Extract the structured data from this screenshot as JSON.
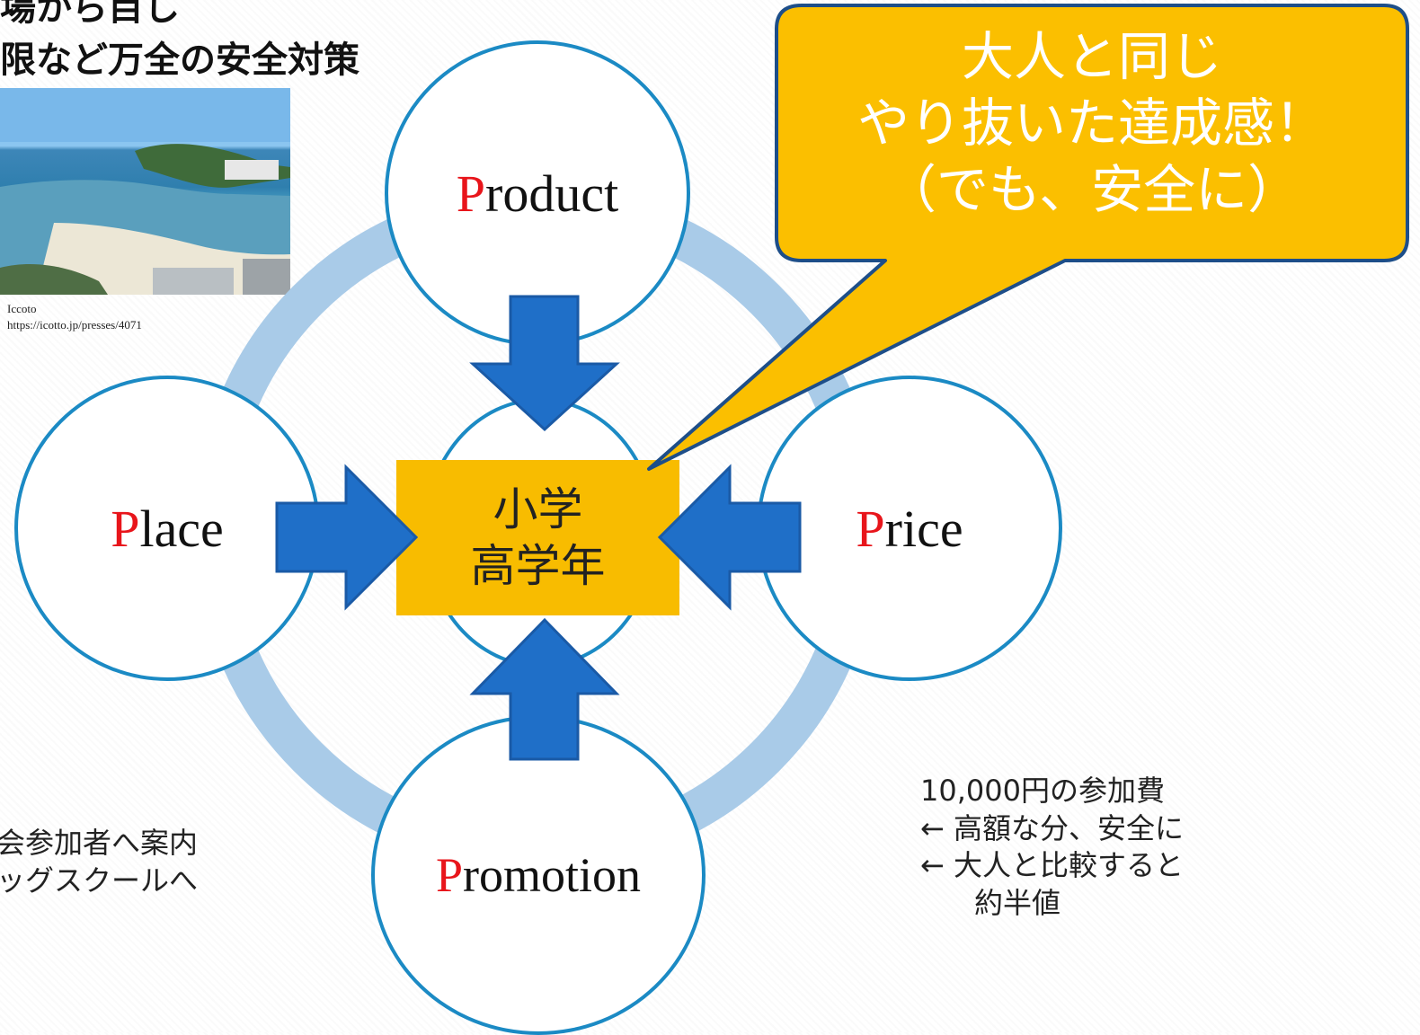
{
  "top_left": {
    "line1": "場から目し",
    "line2": "限など万全の安全対策"
  },
  "photo_caption": {
    "source": "Iccoto",
    "url": "https://icotto.jp/presses/4071"
  },
  "nodes": {
    "product": {
      "first": "P",
      "rest": "roduct"
    },
    "place": {
      "first": "P",
      "rest": "lace"
    },
    "price": {
      "first": "P",
      "rest": "rice"
    },
    "promotion": {
      "first": "P",
      "rest": "romotion"
    }
  },
  "center": {
    "line1": "小学",
    "line2": "高学年"
  },
  "callout": {
    "line1": "大人と同じ",
    "line2": "やり抜いた達成感！",
    "line3": "（でも、安全に）"
  },
  "place_note": {
    "line1": "会参加者へ案内",
    "line2": "ッグスクールへ"
  },
  "price_note": {
    "line1": "10,000円の参加費",
    "line2": "← 高額な分、安全に",
    "line3": "← 大人と比較すると",
    "line4": "約半値"
  },
  "colors": {
    "circle_border": "#1b8ac4",
    "ring": "#a9cbe8",
    "arrow": "#1f6fc8",
    "center_fill": "#f8bc00",
    "callout_fill": "#fbbf00",
    "callout_border": "#1d4e89",
    "p_letter": "#e8151b"
  }
}
